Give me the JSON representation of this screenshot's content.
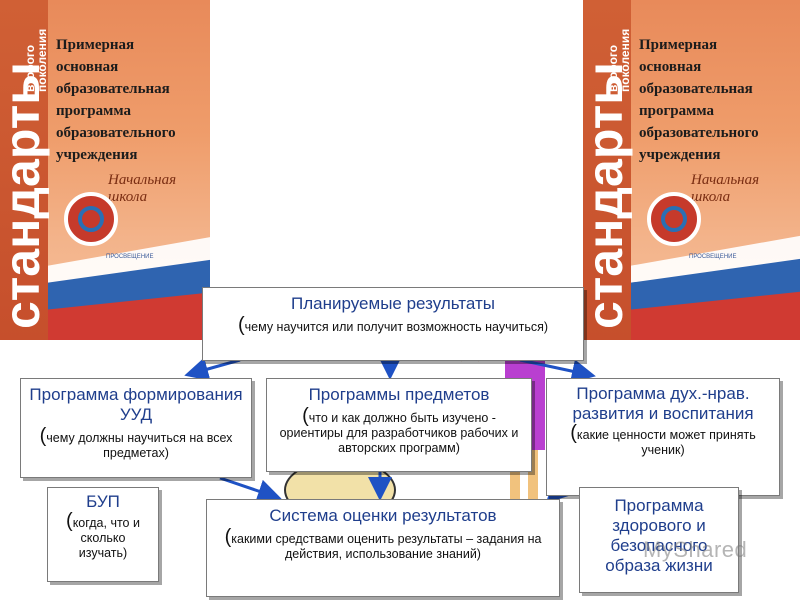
{
  "covers": {
    "spine_text": "стандарты",
    "spine_sub": "второго\nпоколения",
    "title_lines": [
      "Примерная",
      "основная",
      "образовательная",
      "программа",
      "образовательного",
      "учреждения"
    ],
    "italic_sub": "Начальная школа",
    "publisher": "ПРОСВЕЩЕНИЕ"
  },
  "planned": {
    "head": "Планируемые результаты",
    "paren": "(",
    "desc": "чему научится или получит возможность научиться)"
  },
  "uud": {
    "head": "Программа формирования УУД",
    "paren": "(",
    "desc": "чему должны научиться на всех предметах)"
  },
  "subjects": {
    "head": "Программы предметов",
    "paren": "(",
    "desc": "что и как должно быть изучено - ориентиры для разработчиков рабочих и авторских программ)"
  },
  "spiritual": {
    "head": "Программа дух.-нрав. развития и воспитания",
    "paren": "(",
    "desc": "какие ценности может принять ученик)"
  },
  "bup": {
    "head": "БУП",
    "paren": "(",
    "desc": "когда, что и сколько изучать)"
  },
  "evaluation": {
    "head": "Система оценки результатов",
    "paren": "(",
    "desc": "какими средствами оценить результаты – задания на действия, использование знаний)"
  },
  "health": {
    "head": "Программа здорового и безопасного образа жизни"
  },
  "watermark": "MyShared",
  "colors": {
    "heading_blue": "#1f3e8c",
    "arrow_blue": "#1f52c4",
    "cover_orange": "#ef9d6b",
    "spine_red": "#c64f2c"
  }
}
